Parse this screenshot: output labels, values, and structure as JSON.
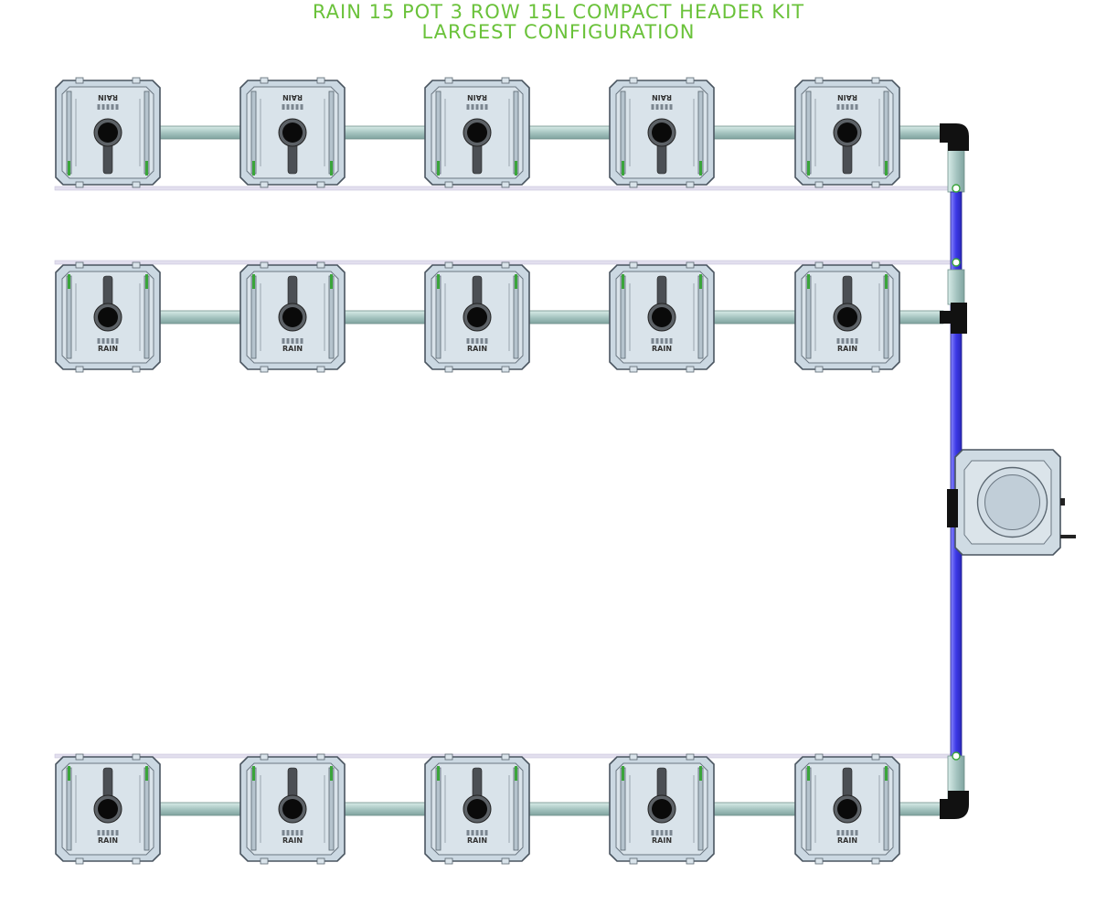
{
  "title": {
    "line1": "RAIN 15 POT 3 ROW 15L COMPACT HEADER KIT",
    "line2": "LARGEST CONFIGURATION"
  },
  "pot_label": "RAIN",
  "layout": {
    "rows": 3,
    "pots_per_row": 5,
    "total_pots": 15
  },
  "colors": {
    "title": "#6ac23a",
    "pot_fill": "#cfdbe4",
    "pot_stroke": "#4a5560",
    "pipe_fill": "#a9c7c3",
    "header_pipe": "#4a48e8",
    "drip_line": "#e2dfee",
    "elbow": "#111111"
  },
  "icons": [
    "pot-icon",
    "reservoir-icon",
    "elbow-icon"
  ]
}
